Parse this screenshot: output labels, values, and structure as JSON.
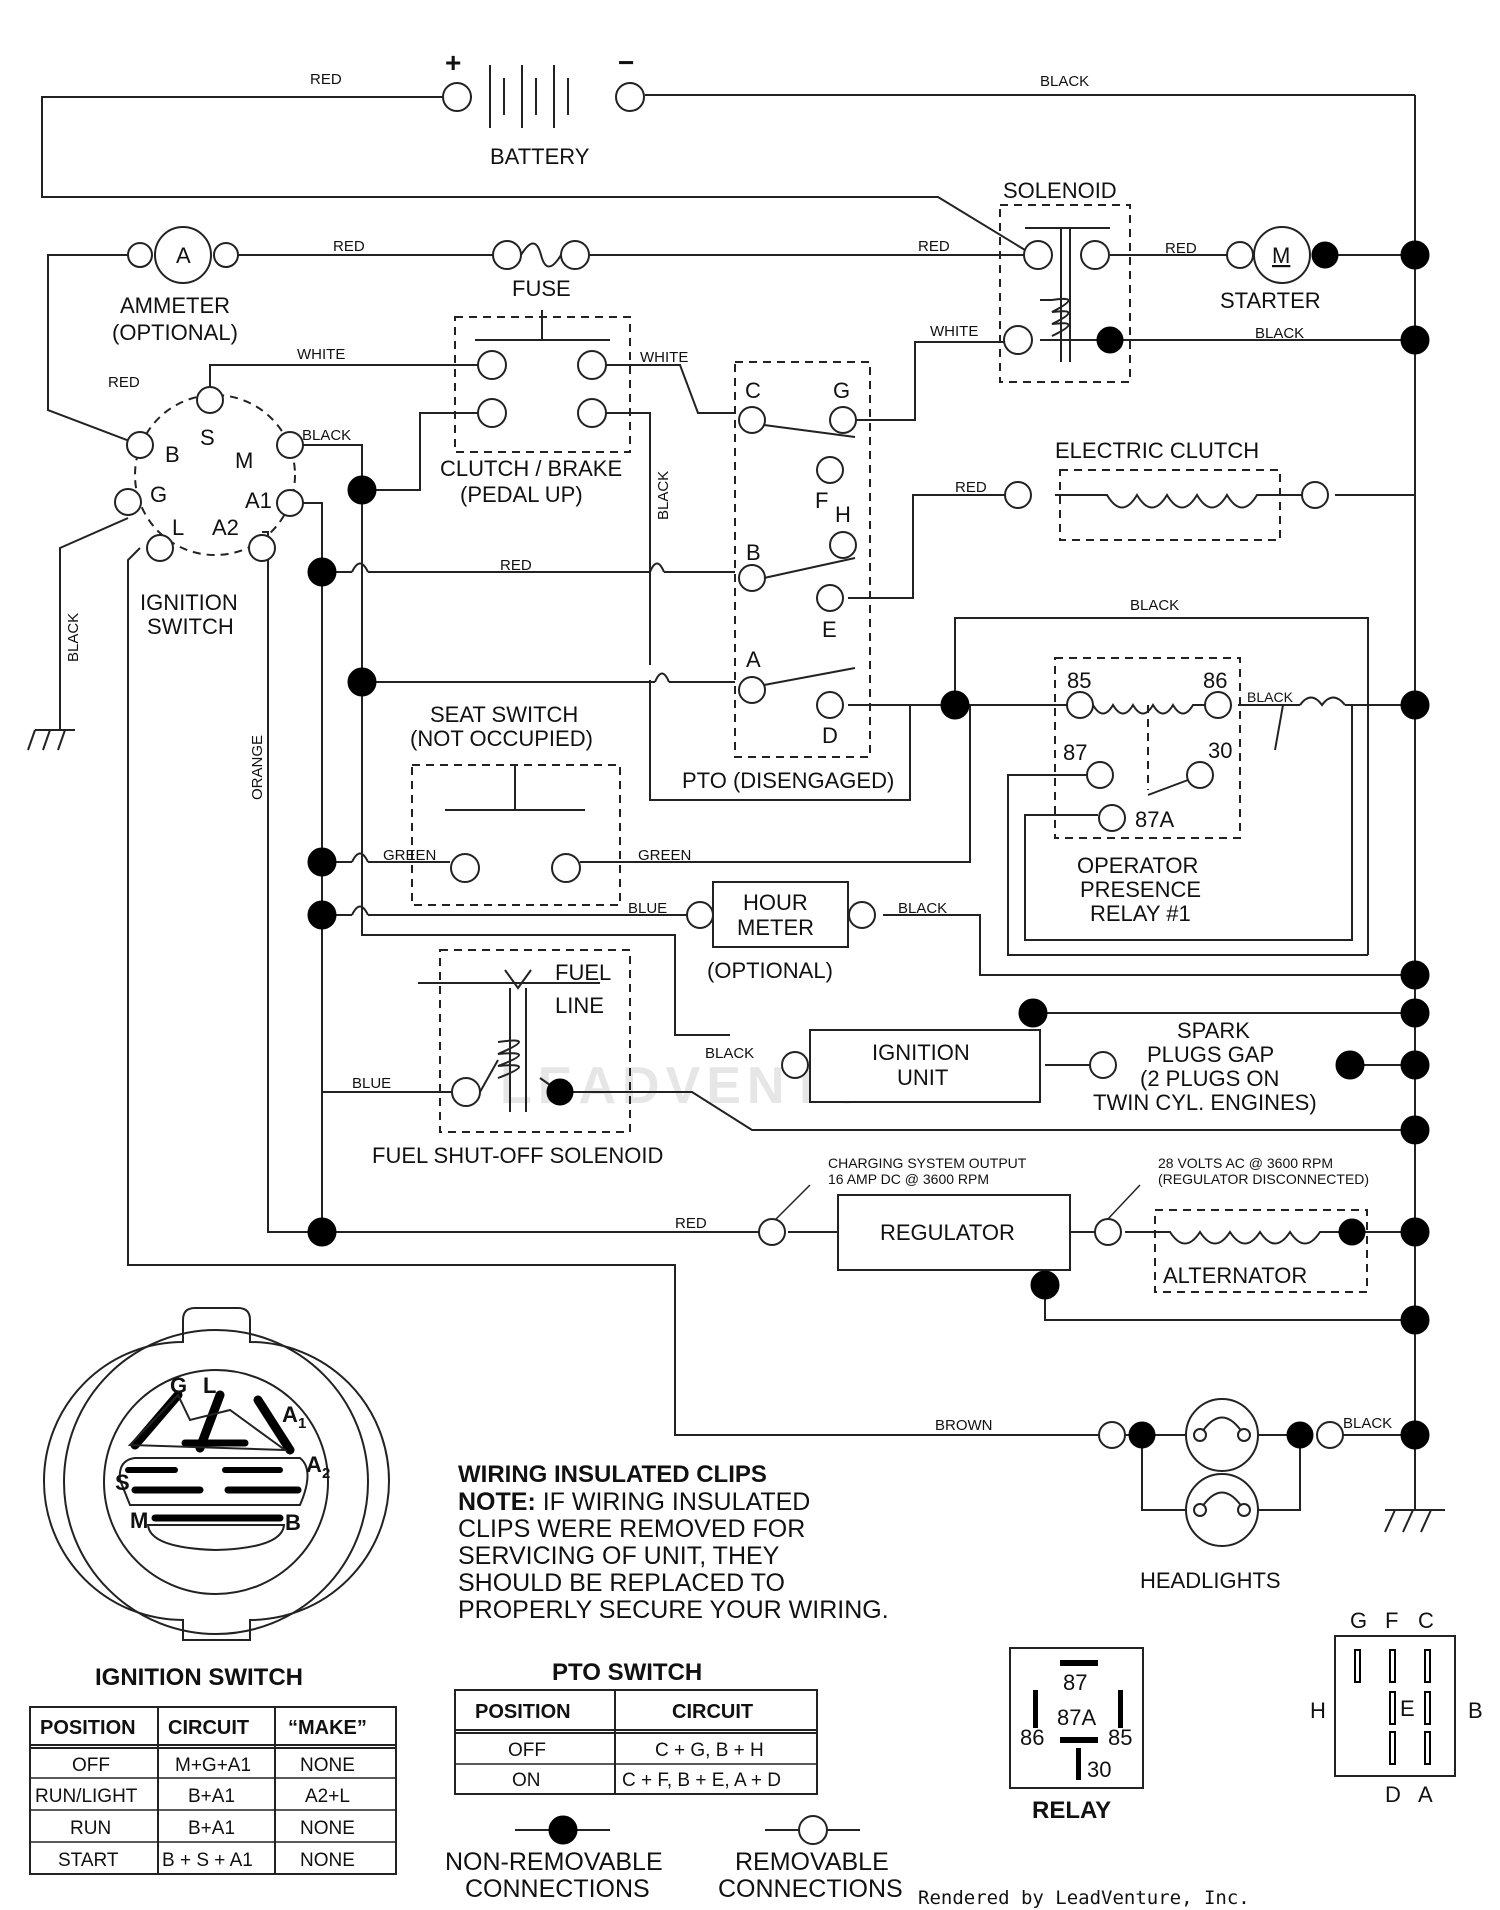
{
  "battery": {
    "label": "BATTERY",
    "plus": "+",
    "minus": "−"
  },
  "solenoid": {
    "label": "SOLENOID"
  },
  "starter": {
    "label": "STARTER",
    "symbol": "M"
  },
  "ammeter": {
    "label_line1": "AMMETER",
    "label_line2": "(OPTIONAL)",
    "symbol": "A"
  },
  "fuse": {
    "label": "FUSE"
  },
  "clutch_brake": {
    "label_line1": "CLUTCH / BRAKE",
    "label_line2": "(PEDAL UP)"
  },
  "ignition_switch": {
    "label_line1": "IGNITION",
    "label_line2": "SWITCH",
    "terminals": {
      "S": "S",
      "B": "B",
      "M": "M",
      "G": "G",
      "A1": "A1",
      "L": "L",
      "A2": "A2"
    }
  },
  "pto": {
    "label": "PTO (DISENGAGED)",
    "terminals": {
      "C": "C",
      "G": "G",
      "F": "F",
      "H": "H",
      "B": "B",
      "E": "E",
      "A": "A",
      "D": "D"
    }
  },
  "electric_clutch": {
    "label": "ELECTRIC CLUTCH"
  },
  "seat_switch": {
    "label_line1": "SEAT SWITCH",
    "label_line2": "(NOT OCCUPIED)"
  },
  "relay_opp": {
    "label_line1": "OPERATOR",
    "label_line2": "PRESENCE",
    "label_line3": "RELAY #1",
    "pins": {
      "p85": "85",
      "p86": "86",
      "p87": "87",
      "p30": "30",
      "p87a": "87A"
    }
  },
  "hour_meter": {
    "label_line1": "HOUR",
    "label_line2": "METER",
    "label_line3": "(OPTIONAL)"
  },
  "fuel_solenoid": {
    "label": "FUEL SHUT-OFF SOLENOID",
    "line1": "FUEL",
    "line2": "LINE"
  },
  "ignition_unit": {
    "label_line1": "IGNITION",
    "label_line2": "UNIT"
  },
  "spark_plugs": {
    "line1": "SPARK",
    "line2": "PLUGS GAP",
    "line3": "(2 PLUGS ON",
    "line4": "TWIN CYL. ENGINES)"
  },
  "charging": {
    "line1": "CHARGING SYSTEM OUTPUT",
    "line2": "16 AMP DC @ 3600 RPM"
  },
  "alt_spec": {
    "line1": "28 VOLTS AC @ 3600 RPM",
    "line2": "(REGULATOR DISCONNECTED)"
  },
  "regulator": {
    "label": "REGULATOR"
  },
  "alternator": {
    "label": "ALTERNATOR"
  },
  "headlights": {
    "label": "HEADLIGHTS"
  },
  "wires": {
    "red": "RED",
    "black": "BLACK",
    "white": "WHITE",
    "green": "GREEN",
    "blue": "BLUE",
    "orange": "ORANGE",
    "brown": "BROWN"
  },
  "note": {
    "title": "WIRING INSULATED CLIPS",
    "prefix": "NOTE:",
    "line1": " IF WIRING INSULATED",
    "line2": "CLIPS WERE REMOVED FOR",
    "line3": "SERVICING OF UNIT, THEY",
    "line4": "SHOULD BE REPLACED TO",
    "line5": "PROPERLY SECURE YOUR WIRING."
  },
  "switch_face": {
    "G": "G",
    "L": "L",
    "A1": "A",
    "A1_sub": "1",
    "A2": "A",
    "A2_sub": "2",
    "S": "S",
    "M": "M",
    "B": "B"
  },
  "ignition_table": {
    "title": "IGNITION SWITCH",
    "headers": [
      "POSITION",
      "CIRCUIT",
      "“MAKE”"
    ],
    "rows": [
      [
        "OFF",
        "M+G+A1",
        "NONE"
      ],
      [
        "RUN/LIGHT",
        "B+A1",
        "A2+L"
      ],
      [
        "RUN",
        "B+A1",
        "NONE"
      ],
      [
        "START",
        "B + S + A1",
        "NONE"
      ]
    ]
  },
  "pto_table": {
    "title": "PTO SWITCH",
    "headers": [
      "POSITION",
      "CIRCUIT"
    ],
    "rows": [
      [
        "OFF",
        "C + G, B + H"
      ],
      [
        "ON",
        "C + F, B + E, A + D"
      ]
    ]
  },
  "relay_pinout": {
    "title": "RELAY",
    "p87": "87",
    "p87a": "87A",
    "p86": "86",
    "p85": "85",
    "p30": "30"
  },
  "pto_pinout": {
    "G": "G",
    "F": "F",
    "C": "C",
    "H": "H",
    "E": "E",
    "B": "B",
    "D": "D",
    "A": "A"
  },
  "legend": {
    "non_removable_1": "NON-REMOVABLE",
    "non_removable_2": "CONNECTIONS",
    "removable_1": "REMOVABLE",
    "removable_2": "CONNECTIONS"
  },
  "watermark": "LEADVENTURE",
  "credit": "Rendered by LeadVenture, Inc."
}
